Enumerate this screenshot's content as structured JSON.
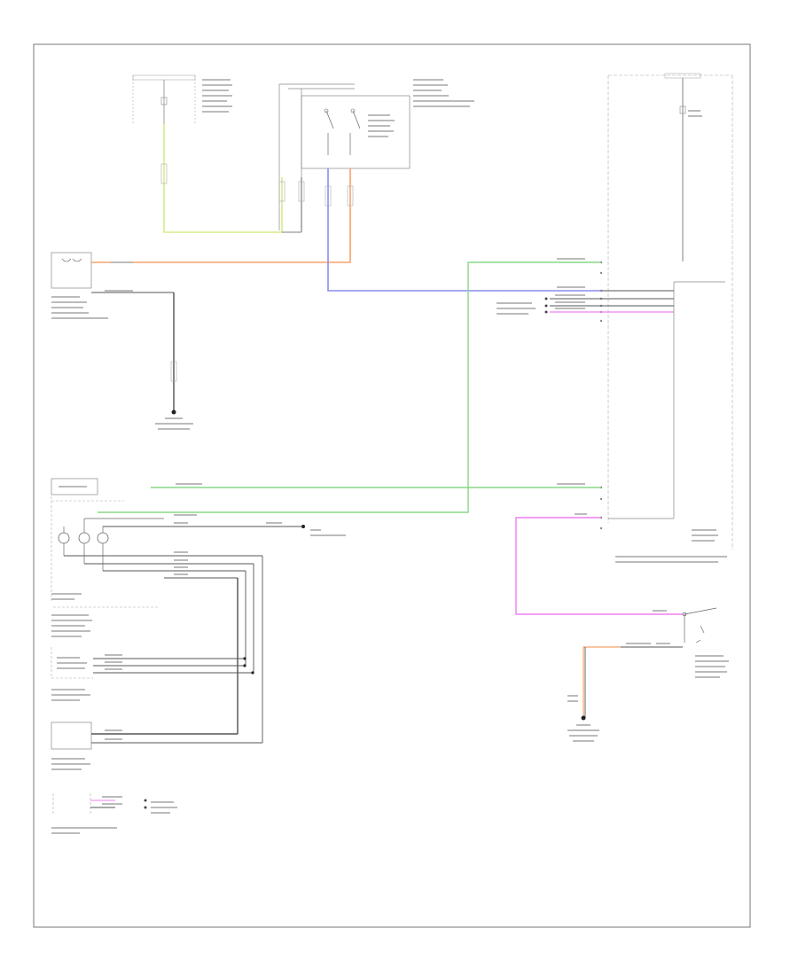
{
  "diagram": {
    "footer_code": "",
    "wire_colors": {
      "yellow_green": "#d4ee8a",
      "orange": "#f5a36a",
      "blue": "#8c8cf0",
      "green": "#86d986",
      "pink": "#f07ff0",
      "black": "#222222",
      "gray": "#999999"
    },
    "components": [
      {
        "id": "fuse-block-left",
        "label": ""
      },
      {
        "id": "switch-module-top",
        "label": ""
      },
      {
        "id": "fuse-block-right",
        "label": ""
      },
      {
        "id": "washer-sensor",
        "label": ""
      },
      {
        "id": "ground-left",
        "label": ""
      },
      {
        "id": "switch-cluster",
        "label": ""
      },
      {
        "id": "left-switch-panel",
        "label": ""
      },
      {
        "id": "right-switch-panel",
        "label": ""
      },
      {
        "id": "bottom-connector",
        "label": ""
      },
      {
        "id": "central-module",
        "label": ""
      },
      {
        "id": "right-switch",
        "label": ""
      },
      {
        "id": "ground-right",
        "label": ""
      }
    ]
  }
}
